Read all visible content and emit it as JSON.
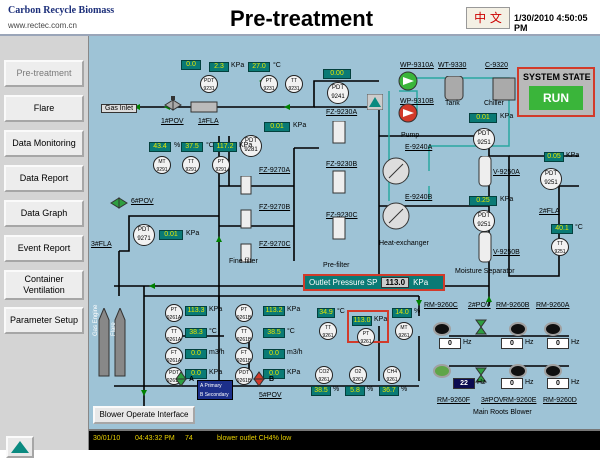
{
  "header": {
    "brand": "Carbon Recycle Biomass",
    "website": "www.rectec.com.cn",
    "title": "Pre-treatment",
    "language_button": "中 文",
    "datetime": "1/30/2010 4:50:05 PM"
  },
  "sidebar": {
    "items": [
      {
        "label": "Pre-treatment",
        "active": true
      },
      {
        "label": "Flare"
      },
      {
        "label": "Data Monitoring"
      },
      {
        "label": "Data Report"
      },
      {
        "label": "Data Graph"
      },
      {
        "label": "Event Report"
      },
      {
        "label": "Container Ventilation"
      },
      {
        "label": "Parameter Setup"
      }
    ],
    "up_icon": "up-arrow-icon"
  },
  "system_state": {
    "title": "SYSTEM STATE",
    "value": "RUN"
  },
  "outlet_pressure": {
    "label": "Outlet Pressure SP",
    "value": "113.0",
    "unit": "KPa"
  },
  "blower_button": "Blower Operate Interface",
  "legend": {
    "primary": "A Primary",
    "secondary": "B Secondary"
  },
  "status_bar": {
    "date": "30/01/10",
    "time": "04:43:32 PM",
    "code": "74",
    "message": "blower outlet CH4% low"
  },
  "labels": {
    "gas_inlet": "Gas Inlet",
    "pov1": "1#POV",
    "fla1": "1#FLA",
    "fla2": "2#FLA",
    "fla3": "3#FLA",
    "pov5": "5#POV",
    "pov6": "6#POV",
    "pov2": "2#POV",
    "pov3": "3#POV",
    "fz9270a": "FZ-9270A",
    "fz9270b": "FZ-9270B",
    "fz9270c": "FZ-9270C",
    "fine_filter": "Fine filter",
    "fz9230a": "FZ-9230A",
    "fz9230b": "FZ-9230B",
    "fz9230c": "FZ-9230C",
    "pre_filter": "Pre-filter",
    "wp9310a": "WP-9310A",
    "wp9310b": "WP-9310B",
    "wt9330": "WT-9330",
    "c9320": "C-9320",
    "pump": "Pump",
    "tank": "Tank",
    "chiller": "Chiller",
    "e9240a": "E-9240A",
    "e9240b": "E-9240B",
    "heat_exchanger": "Heat-exchanger",
    "v9250a": "V-9250A",
    "v9250b": "V-9250B",
    "moisture_separator": "Moisture Separator",
    "rm9260c": "RM-9260C",
    "rm9260b": "RM-9260B",
    "rm9260a": "RM-9260A",
    "rm9260f": "RM-9260F",
    "rm9260e": "RM-9260E",
    "rm9260d": "RM-9260D",
    "main_roots_blower": "Main Roots Blower",
    "gas_engine": "Gas Engine",
    "flare": "Flare",
    "A": "A",
    "B": "B"
  },
  "values": {
    "pdt9231": "0.0",
    "pt9231": "2.3",
    "tt9231": "27.0",
    "pdt9241": "0.00",
    "pdt9281": "0.01",
    "mt9291": "43.4",
    "tt9291": "37.5",
    "pt9291": "117.2",
    "pdt9271": "0.01",
    "pdt9251a": "0.01",
    "pdt9251b": "0.25",
    "pdt9251c": "0.05",
    "tt9251": "40.1",
    "pt9261a": "113.3",
    "tt9261a": "38.3",
    "ft9261a": "0.0",
    "pdt9261a": "0.0",
    "pt9261b": "113.2",
    "tt9261b": "38.5",
    "ft9261b": "0.0",
    "pdt9261b": "0.0",
    "tt9261": "34.9",
    "pt9261": "113.0",
    "mt9261": "14.0",
    "co2": "38.5",
    "o2": "5.8",
    "ch4": "36.7",
    "hz_c": "0",
    "hz_b": "0",
    "hz_a": "0",
    "hz_f": "22",
    "hz_e": "0",
    "hz_d": "0"
  },
  "units": {
    "kpa": "KPa",
    "c": "°C",
    "pct": "%",
    "m3h": "m3/h",
    "hz": "Hz"
  },
  "colors": {
    "panel": "#9ec3d6",
    "pipe": "#000000",
    "value_box": "#0a7a75",
    "value_text": "#e8e800",
    "run": "#3ab53a",
    "alert": "#d23a2a"
  }
}
